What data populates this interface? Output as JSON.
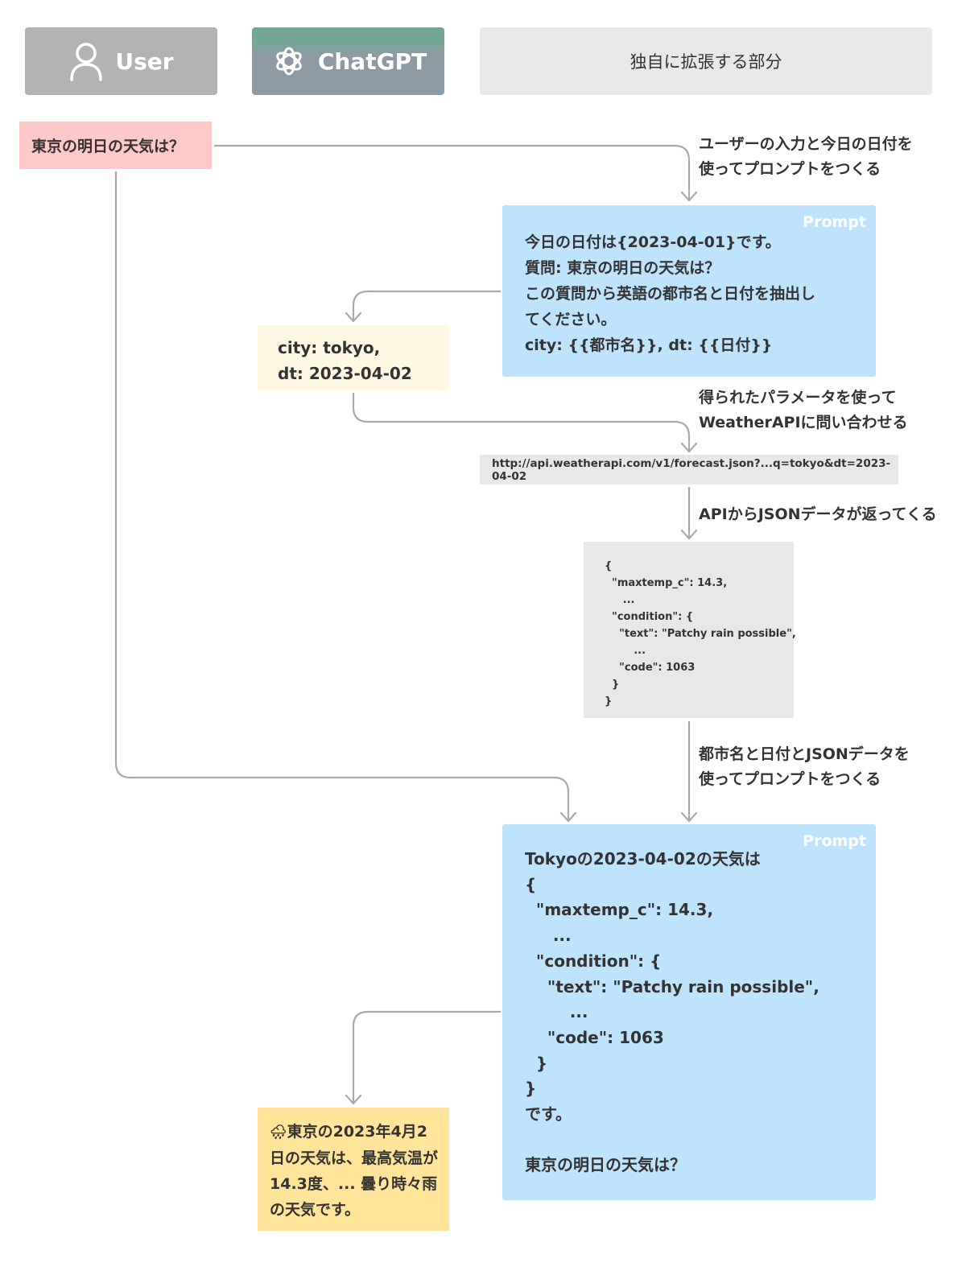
{
  "legend": {
    "user": "User",
    "chatgpt": "ChatGPT",
    "extension": "独自に拡張する部分"
  },
  "user_question": "東京の明日の天気は？",
  "prompt_tag": "Prompt",
  "prompt1": {
    "lines": [
      "今日の日付は{2023-04-01}です。",
      "質問: 東京の明日の天気は？",
      "この質問から英語の都市名と日付を抽出し",
      "てください。",
      "city: {{都市名}}, dt: {{日付}}"
    ]
  },
  "params": {
    "lines": [
      "city: tokyo,",
      "dt: 2023-04-02"
    ]
  },
  "api_url": "http://api.weatherapi.com/v1/forecast.json?...q=tokyo&dt=2023-04-02",
  "json_response": "{\n  \"maxtemp_c\": 14.3,\n     ...\n  \"condition\": {\n    \"text\": \"Patchy rain possible\",\n        ...\n    \"code\": 1063\n  }\n}",
  "prompt2": {
    "text": "Tokyoの2023-04-02の天気は\n{\n  \"maxtemp_c\": 14.3,\n     ...\n  \"condition\": {\n    \"text\": \"Patchy rain possible\",\n        ...\n    \"code\": 1063\n  }\n}\nです。\n\n東京の明日の天気は？"
  },
  "answer": {
    "emoji": "🌧",
    "text": "東京の2023年4月2日の天気は、最高気温が14.3度、... 曇り時々雨の天気です。"
  },
  "notes": {
    "make_prompt_1": [
      "ユーザーの入力と今日の日付を",
      "使ってプロンプトをつくる"
    ],
    "query_api": [
      "得られたパラメータを使って",
      "WeatherAPIに問い合わせる"
    ],
    "json_returned": "APIからJSONデータが返ってくる",
    "make_prompt_2": [
      "都市名と日付とJSONデータを",
      "使ってプロンプトをつくる"
    ]
  },
  "colors": {
    "user": "#b3b3b3",
    "chatgpt_top": "#74a896",
    "chatgpt_body": "#8e9aa3",
    "extension": "#e8e8e8",
    "user_question_bg": "#ffc9c9",
    "prompt_bg": "#bde3fd",
    "params_bg": "#fef8e2",
    "answer_bg": "#ffe49a",
    "arrow": "#aaaaaa"
  }
}
